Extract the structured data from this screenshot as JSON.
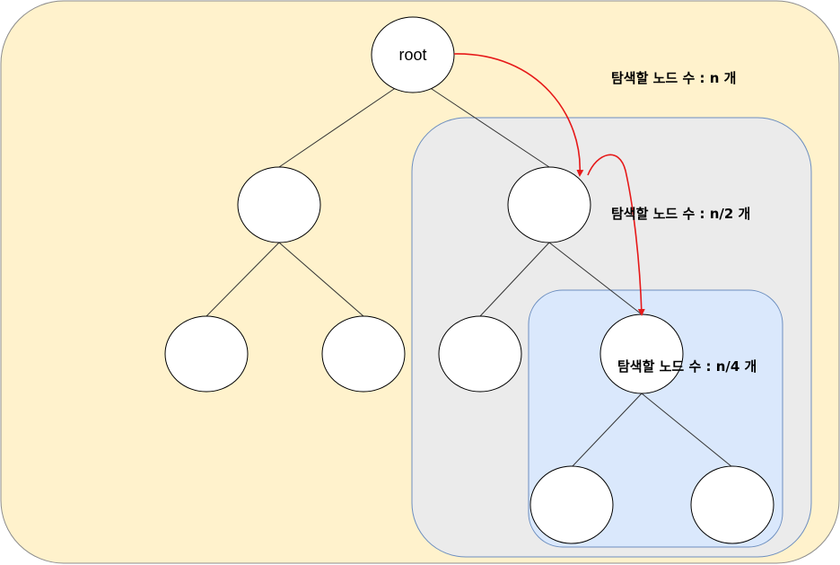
{
  "diagram": {
    "root_label": "root",
    "regions": [
      {
        "label": "탐색할 노드 수 : n 개",
        "fill": "#fff2cc",
        "stroke": "#8c8c8c"
      },
      {
        "label": "탐색할 노드 수 : n/2 개",
        "fill": "#ebebeb",
        "stroke": "#6c8ebf"
      },
      {
        "label": "탐색할 노드 수 : n/4 개",
        "fill": "#dae8fc",
        "stroke": "#6c8ebf"
      }
    ],
    "colors": {
      "node_fill": "#ffffff",
      "node_stroke": "#000000",
      "edge": "#333333",
      "arrow": "#e61919"
    }
  }
}
